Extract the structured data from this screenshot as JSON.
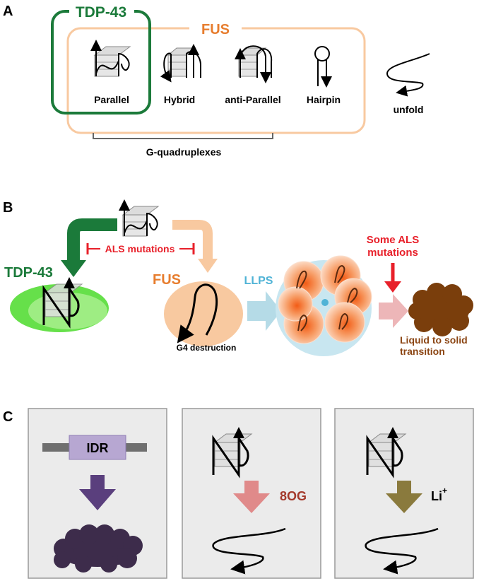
{
  "panel_a": {
    "letter": "A",
    "tdp43_label": "TDP-43",
    "fus_label": "FUS",
    "structures": {
      "parallel": "Parallel",
      "hybrid": "Hybrid",
      "anti_parallel": "anti-Parallel",
      "hairpin": "Hairpin",
      "unfold": "unfold"
    },
    "group_label": "G-quadruplexes"
  },
  "panel_b": {
    "letter": "B",
    "tdp43_label": "TDP-43",
    "fus_label": "FUS",
    "als_mutations": "ALS mutations",
    "g4_destruction": "G4 destruction",
    "llps": "LLPS",
    "some_als_line1": "Some ALS",
    "some_als_line2": "mutations",
    "liquid_solid_line1": "Liquid to solid",
    "liquid_solid_line2": "transition"
  },
  "panel_c": {
    "letter": "C",
    "idr_label": "IDR",
    "oxidant_label": "8OG",
    "lithium_label": "Li",
    "lithium_charge": "+"
  },
  "colors": {
    "tdp43_green": "#1b7a3a",
    "fus_orange": "#e77d2e",
    "fus_box": "#f8c9a0",
    "als_red": "#e8202a",
    "llps_blue": "#4fb3d6",
    "solid_brown": "#7a3e0c",
    "idr_purple": "#b7a7d2",
    "aggregate_purple": "#3d2c4b",
    "oxidant_pink": "#e08a8a",
    "lithium_olive": "#8a7a3d"
  }
}
